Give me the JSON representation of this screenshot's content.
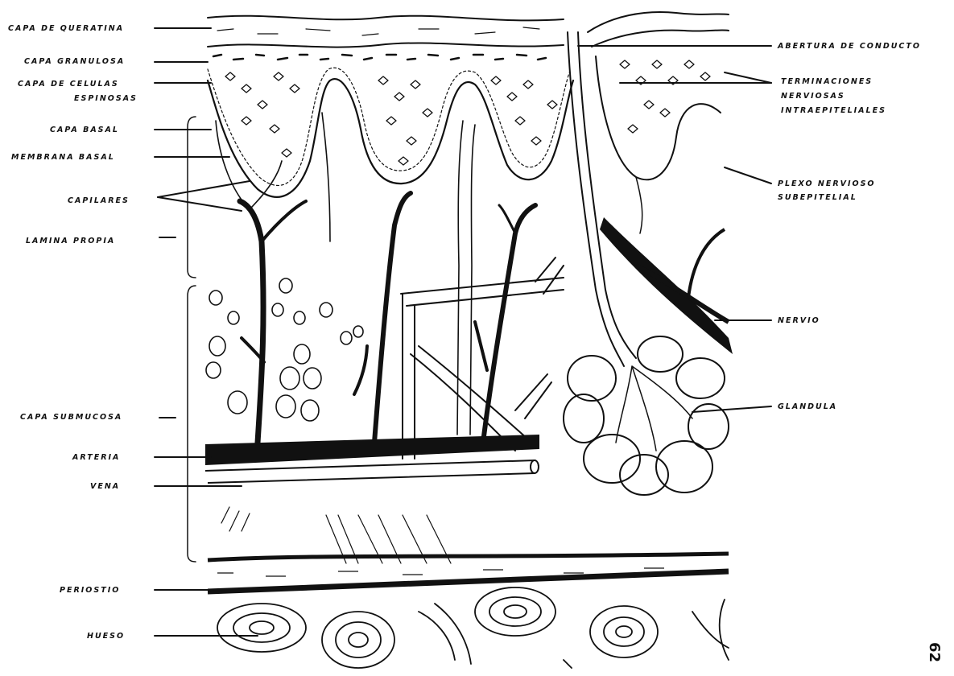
{
  "labels_left": {
    "queratina": "CAPA DE QUERATINA",
    "granulosa": "CAPA GRANULOSA",
    "espinosas_1": "CAPA DE CELULAS",
    "espinosas_2": "ESPINOSAS",
    "basal": "CAPA BASAL",
    "membrana": "MEMBRANA BASAL",
    "capilares": "CAPILARES",
    "lamina": "LAMINA PROPIA",
    "submucosa": "CAPA SUBMUCOSA",
    "arteria": "ARTERIA",
    "vena": "VENA",
    "periostio": "PERIOSTIO",
    "hueso": "HUESO"
  },
  "labels_right": {
    "abertura": "ABERTURA DE CONDUCTO",
    "terminaciones_1": "TERMINACIONES",
    "terminaciones_2": "NERVIOSAS",
    "terminaciones_3": "INTRAEPITELIALES",
    "plexo_1": "PLEXO NERVIOSO",
    "plexo_2": "SUBEPITELIAL",
    "nervio": "NERVIO",
    "glandula": "GLANDULA"
  },
  "page_number": "62",
  "colors": {
    "ink": "#111111",
    "paper": "#ffffff"
  }
}
